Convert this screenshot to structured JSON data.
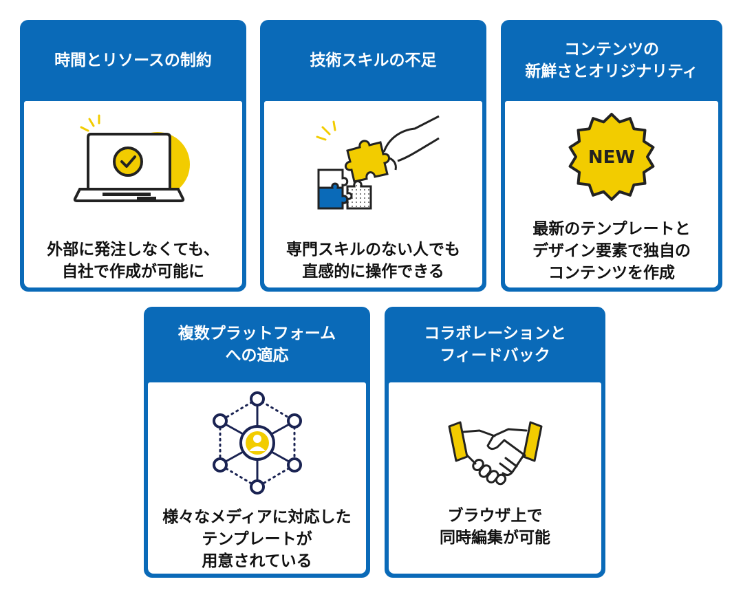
{
  "colors": {
    "brand_blue": "#0a6ab8",
    "accent_yellow": "#f2cc00",
    "navy": "#1a2352"
  },
  "cards": [
    {
      "title_lines": [
        "時間とリソースの制約"
      ],
      "icon": "laptop-check-icon",
      "desc_lines": [
        "外部に発注しなくても、",
        "自社で作成が可能に"
      ]
    },
    {
      "title_lines": [
        "技術スキルの不足"
      ],
      "icon": "puzzle-hand-icon",
      "desc_lines": [
        "専門スキルのない人でも",
        "直感的に操作できる"
      ]
    },
    {
      "title_lines": [
        "コンテンツの",
        "新鮮さとオリジナリティ"
      ],
      "icon": "new-badge-icon",
      "badge_text": "NEW",
      "desc_lines": [
        "最新のテンプレートと",
        "デザイン要素で独自の",
        "コンテンツを作成"
      ]
    },
    {
      "title_lines": [
        "複数プラットフォーム",
        "への適応"
      ],
      "icon": "network-user-icon",
      "desc_lines": [
        "様々なメディアに対応した",
        "テンプレートが",
        "用意されている"
      ]
    },
    {
      "title_lines": [
        "コラボレーションと",
        "フィードバック"
      ],
      "icon": "handshake-icon",
      "desc_lines": [
        "ブラウザ上で",
        "同時編集が可能"
      ]
    }
  ]
}
